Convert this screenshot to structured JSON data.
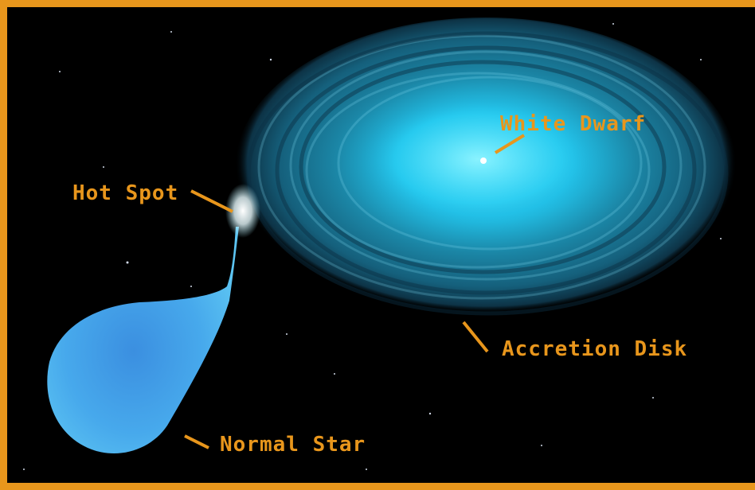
{
  "labels": {
    "white_dwarf": "White Dwarf",
    "hot_spot": "Hot Spot",
    "accretion_disk": "Accretion Disk",
    "normal_star": "Normal Star"
  },
  "colors": {
    "frame": "#e8961c",
    "label": "#e8961c",
    "space": "#000000",
    "disk": "#2aa6c8",
    "star": "#3fa6e6"
  }
}
